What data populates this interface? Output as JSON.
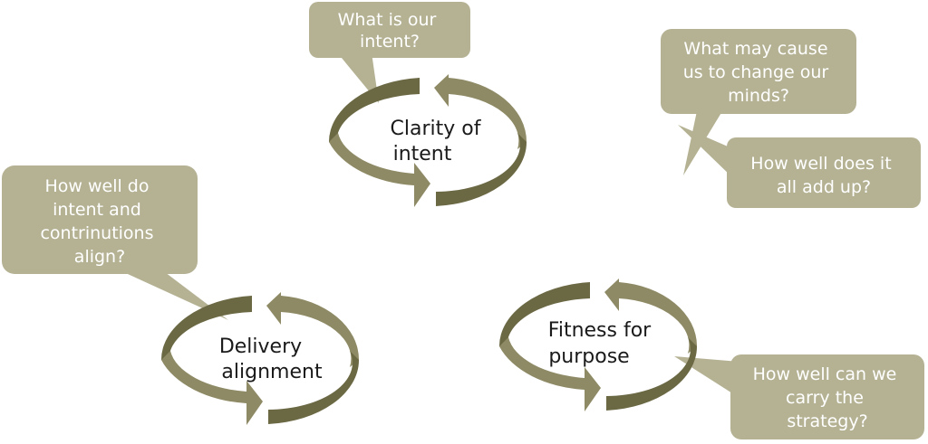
{
  "colors": {
    "bubble_fill": "#b5b294",
    "arrow_light": "#8e8a65",
    "arrow_dark": "#6b6844",
    "label_text": "#1a1a1a",
    "bubble_text": "#ffffff"
  },
  "cycles": {
    "clarity": {
      "line1": "Clarity of",
      "line2": "intent"
    },
    "delivery": {
      "line1": "Delivery",
      "line2": "alignment"
    },
    "fitness": {
      "line1": "Fitness for",
      "line2": "purpose"
    }
  },
  "callouts": {
    "intent": {
      "lines": [
        "What is our",
        "intent?"
      ]
    },
    "change": {
      "lines": [
        "What may cause",
        "us to change our",
        "minds?"
      ]
    },
    "add_up": {
      "lines": [
        "How well does it",
        "all add up?"
      ]
    },
    "align": {
      "lines": [
        "How well do",
        "intent and",
        "contrinutions",
        "align?"
      ]
    },
    "carry": {
      "lines": [
        "How well can we",
        "carry the",
        "strategy?"
      ]
    }
  }
}
